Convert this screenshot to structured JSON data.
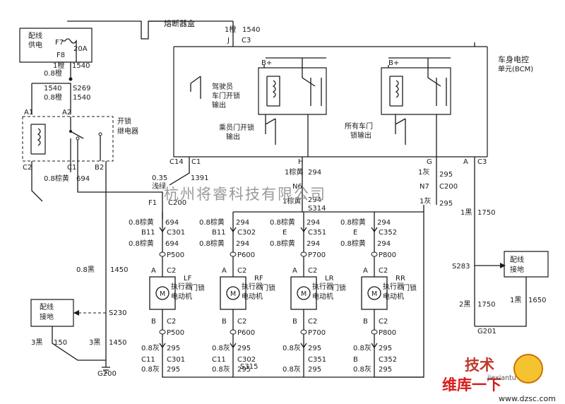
{
  "title": "熔断器盒",
  "fuse_box": {
    "label_line1": "配线",
    "label_line2": "供电",
    "fuse_top": "F7",
    "fuse_rating": "20A",
    "fuse_bottom": "F8"
  },
  "bcm": {
    "label_line1": "车身电控",
    "label_line2": "单元(BCM)",
    "driver_unlock_line1": "驾驶员",
    "driver_unlock_line2": "车门开锁",
    "driver_unlock_line3": "输出",
    "passenger_unlock_line1": "乘员门开锁",
    "passenger_unlock_line2": "输出",
    "all_lock_line1": "所有车门",
    "all_lock_line2": "锁输出",
    "bplus_1": "B+",
    "bplus_2": "B+"
  },
  "relay": {
    "label_line1": "开锁",
    "label_line2": "继电器",
    "pin_a1": "A1",
    "pin_a2": "A2",
    "pin_c2": "C2",
    "pin_c1": "C1",
    "pin_b2": "B2"
  },
  "wires": {
    "w_1540_orange": "1橙",
    "w_1540_num": "1540",
    "w_1540_08_orange": "0.8橙",
    "w_1540_num2": "1540",
    "w_1540_left": "1540",
    "w_08_orange": "0.8橙",
    "splice_s269": "S269",
    "w_1540_num3": "1540",
    "w_1orange_top": "1橙",
    "w_1540_top": "1540",
    "conn_j": "J",
    "conn_c3_top": "C3",
    "c14": "C14",
    "c1": "C1",
    "w_035": "0.35",
    "w_lightgreen": "浅绿",
    "w_1391": "1391",
    "w_08_brownyellow_694": "0.8棕黄",
    "w_694": "694",
    "conn_h": "H",
    "w_1brownyellow": "1棕黄",
    "w_294": "294",
    "conn_n6": "N6",
    "conn_n7": "N7",
    "conn_c200": "C200",
    "w_1brownyellow_b": "1棕黄",
    "w_294_b": "294",
    "splice_s314": "S314",
    "conn_g": "G",
    "w_1gray": "1灰",
    "w_295": "295",
    "w_1gray_b": "1灰",
    "w_295_b": "295",
    "conn_a": "A",
    "conn_c3": "C3",
    "f1": "F1",
    "c200_left": "C200",
    "w_1black": "1黑",
    "w_1750": "1750",
    "splice_s283": "S283",
    "w_2black": "2黑",
    "w_1750_b": "1750",
    "w_1black_b": "1黑",
    "w_1650": "1650",
    "g201": "G201",
    "w_08black": "0.8黑",
    "w_1450": "1450",
    "splice_s230": "S230",
    "w_3black": "3黑",
    "w_150": "150",
    "w_3black_b": "3黑",
    "w_1450_b": "1450",
    "g200": "G200",
    "splice_s315": "S315"
  },
  "ground_box_right": {
    "line1": "配线",
    "line2": "接地"
  },
  "ground_box_left": {
    "line1": "配线",
    "line2": "接地"
  },
  "motors": [
    {
      "pos": "LF",
      "door_lock_line1": "门锁",
      "actuator_line1": "执行器",
      "actuator_line2": "电动机",
      "top_wire": "0.8棕黄",
      "top_num": "694",
      "conn_b": "B11",
      "conn_c": "C301",
      "top_wire2": "0.8棕黄",
      "top_num2": "694",
      "p_top": "P500",
      "pin_a": "A",
      "pin_c2": "C2",
      "pin_b": "B",
      "pin_c2b": "C2",
      "p_bot": "P500",
      "bot_wire": "0.8灰",
      "bot_num": "295",
      "conn_c_bot": "C11",
      "conn_bot": "C301",
      "bot_wire2": "0.8灰",
      "bot_num2": "295"
    },
    {
      "pos": "RF",
      "door_lock_line1": "门锁",
      "actuator_line1": "执行器",
      "actuator_line2": "电动机",
      "top_wire": "0.8棕黄",
      "top_num": "294",
      "conn_b": "B11",
      "conn_c": "C302",
      "top_wire2": "0.8棕黄",
      "top_num2": "294",
      "p_top": "P600",
      "pin_a": "A",
      "pin_c2": "C2",
      "pin_b": "B",
      "pin_c2b": "C2",
      "p_bot": "P600",
      "bot_wire": "0.8灰",
      "bot_num": "295",
      "conn_c_bot": "C11",
      "conn_bot": "C302",
      "bot_wire2": "0.8灰",
      "bot_num2": "295"
    },
    {
      "pos": "LR",
      "door_lock_line1": "门锁",
      "actuator_line1": "执行器",
      "actuator_line2": "电动机",
      "top_wire": "0.8棕黄",
      "top_num": "294",
      "conn_b": "E",
      "conn_c": "C351",
      "top_wire2": "0.8棕黄",
      "top_num2": "294",
      "p_top": "P700",
      "pin_a": "A",
      "pin_c2": "C2",
      "pin_b": "B",
      "pin_c2b": "C2",
      "p_bot": "P700",
      "bot_wire": "0.8灰",
      "bot_num": "295",
      "conn_c_bot": "",
      "conn_bot": "C351",
      "bot_wire2": "0.8灰",
      "bot_num2": "295"
    },
    {
      "pos": "RR",
      "door_lock_line1": "门锁",
      "actuator_line1": "执行器",
      "actuator_line2": "电动机",
      "top_wire": "0.8棕黄",
      "top_num": "294",
      "conn_b": "E",
      "conn_c": "C352",
      "top_wire2": "0.8棕黄",
      "top_num2": "294",
      "p_top": "P800",
      "pin_a": "A",
      "pin_c2": "C2",
      "pin_b": "B",
      "pin_c2b": "C2",
      "p_bot": "P800",
      "bot_wire": "0.8灰",
      "bot_num": "295",
      "conn_c_bot": "B",
      "conn_bot": "C352",
      "bot_wire2": "0.8灰",
      "bot_num2": "295"
    }
  ],
  "motor_symbol": "M",
  "watermark": "杭州将睿科技有限公司",
  "brand": {
    "logo_a": "技术",
    "logo_b": "维库一下",
    "url": "www.dzsc.com",
    "sub": "jiexiantu"
  }
}
